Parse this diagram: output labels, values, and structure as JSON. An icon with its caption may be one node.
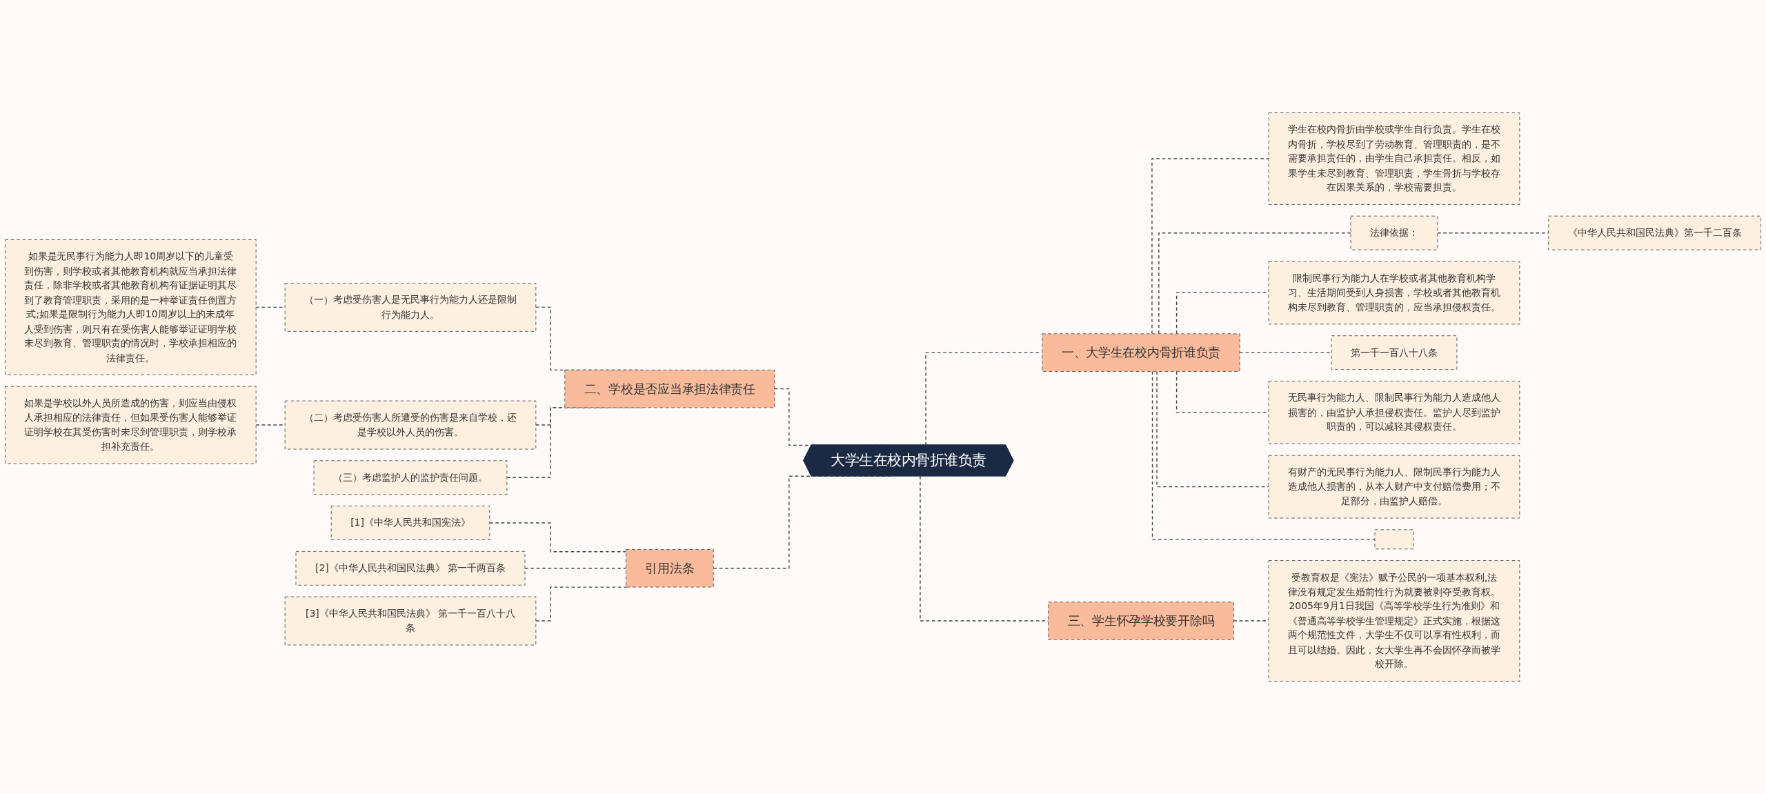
{
  "diagram": {
    "nodes": [
      {
        "text": [
          "大学生在校内骨折谁负责"
        ]
      },
      {
        "text": [
          "一、大学生在校内骨折谁负责"
        ]
      },
      {
        "text": [
          "学生在校内骨折由学校或学生自行负责。学生在校内骨折，学校尽到了劳动教育、管理职责的，是不需要承担责任的，由学生自己承担责任。相反，如果学生未尽到教育、管理职责，学生骨折与学校存在因果关系的，学校需要担责。"
        ]
      },
      {
        "text": [
          "法律依据："
        ]
      },
      {
        "text": [
          "《中华人民共和国民法典》第一千二百条"
        ]
      },
      {
        "text": [
          "限制民事行为能力人在学校或者其他教育机构学习、生活期间受到人身损害，学校或者其他教育机构未尽到教育、管理职责的，应当承担侵权责任。"
        ]
      },
      {
        "text": [
          "第一千一百八十八条"
        ]
      },
      {
        "text": [
          "无民事行为能力人、限制民事行为能力人造成他人损害的，由监护人承担侵权责任。监护人尽到监护职责的，可以减轻其侵权责任。"
        ]
      },
      {
        "text": [
          "有财产的无民事行为能力人、限制民事行为能力人造成他人损害的，从本人财产中支付赔偿费用；不足部分，由监护人赔偿。"
        ]
      },
      {
        "text": [],
        "shape": "box"
      },
      {
        "text": [
          "三、学生怀孕学校要开除吗"
        ]
      },
      {
        "text": [
          "受教育权是《宪法》赋予公民的一项基本权利,法律没有规定发生婚前性行为就要被剥夺受教育权。2005年9月1日我国《高等学校学生行为准则》和《普通高等学校学生管理规定》正式实施，根据这两个规范性文件，大学生不仅可以享有性权利，而且可以结婚。因此，女大学生再不会因怀孕而被学校开除。"
        ]
      },
      {
        "text": [
          "二、学校是否应当承担法律责任"
        ]
      },
      {
        "text": [
          "（一）考虑受伤害人是无民事行为能力人还是限制行为能力人。"
        ]
      },
      {
        "text": [
          "如果是无民事行为能力人即10周岁以下的儿童受到伤害，则学校或者其他教育机构就应当承担法律责任，除非学校或者其他教育机构有证据证明其尽到了教育管理职责，采用的是一种举证责任倒置方式;如果是限制行为能力人即10周岁以上的未成年人受到伤害，则只有在受伤害人能够举证证明学校未尽到教育、管理职责的情况时，学校承担相应的法律责任。"
        ]
      },
      {
        "text": [
          "（二）考虑受伤害人所遭受的伤害是来自学校，还是学校以外人员的伤害。"
        ]
      },
      {
        "text": [
          "如果是学校以外人员所造成的伤害，则应当由侵权人承担相应的法律责任，但如果受伤害人能够举证证明学校在其受伤害时未尽到管理职责，则学校承担补充责任。"
        ]
      },
      {
        "text": [
          "（三）考虑监护人的监护责任问题。"
        ]
      },
      {
        "text": [
          "引用法条"
        ]
      },
      {
        "text": [
          "[1]《中华人民共和国宪法》"
        ]
      },
      {
        "text": [
          "[2]《中华人民共和国民法典》 第一千两百条"
        ]
      },
      {
        "text": [
          "[3]《中华人民共和国民法典》 第一千一百八十八条"
        ]
      }
    ],
    "edges": [
      {
        "from": 0,
        "to": 1,
        "arrow": "none",
        "style": "dashed"
      },
      {
        "from": 1,
        "to": 2,
        "arrow": "none",
        "style": "dashed"
      },
      {
        "from": 1,
        "to": 3,
        "arrow": "none",
        "style": "dashed"
      },
      {
        "from": 3,
        "to": 4,
        "arrow": "none",
        "style": "dashed"
      },
      {
        "from": 1,
        "to": 5,
        "arrow": "none",
        "style": "dashed"
      },
      {
        "from": 1,
        "to": 6,
        "arrow": "none",
        "style": "dashed"
      },
      {
        "from": 1,
        "to": 7,
        "arrow": "none",
        "style": "dashed"
      },
      {
        "from": 1,
        "to": 8,
        "arrow": "none",
        "style": "dashed"
      },
      {
        "from": 1,
        "to": 9,
        "arrow": "none",
        "style": "dashed"
      },
      {
        "from": 0,
        "to": 10,
        "arrow": "none",
        "style": "dashed"
      },
      {
        "from": 10,
        "to": 11,
        "arrow": "none",
        "style": "dashed"
      },
      {
        "from": 12,
        "to": 0,
        "arrow": "none",
        "style": "dashed"
      },
      {
        "from": 13,
        "to": 12,
        "arrow": "none",
        "style": "dashed"
      },
      {
        "from": 14,
        "to": 13,
        "arrow": "none",
        "style": "dashed"
      },
      {
        "from": 15,
        "to": 12,
        "arrow": "none",
        "style": "dashed"
      },
      {
        "from": 16,
        "to": 15,
        "arrow": "none",
        "style": "dashed"
      },
      {
        "from": 17,
        "to": 12,
        "arrow": "none",
        "style": "dashed"
      },
      {
        "from": 18,
        "to": 0,
        "arrow": "none",
        "style": "dashed"
      },
      {
        "from": 19,
        "to": 18,
        "arrow": "none",
        "style": "dashed"
      },
      {
        "from": 20,
        "to": 18,
        "arrow": "none",
        "style": "dashed"
      },
      {
        "from": 21,
        "to": 18,
        "arrow": "none",
        "style": "dashed"
      }
    ]
  }
}
